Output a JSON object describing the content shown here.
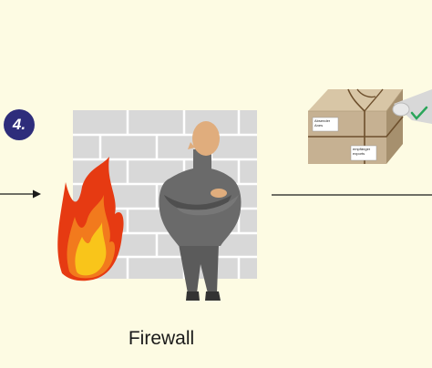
{
  "step": {
    "number": "4."
  },
  "caption": "Firewall",
  "package": {
    "sender_label": "Absender\nAnes",
    "recipient_label": "empfänger\nexports"
  },
  "colors": {
    "background": "#fdfbe3",
    "badge": "#2e2d7b",
    "wall": "#d8d8d8",
    "brick_line": "#ffffff",
    "guard": "#6a6a6a",
    "skin": "#e0ad7d",
    "box": "#c6b192",
    "string": "#6d4f2c",
    "check": "#2aa55a",
    "flame_outer": "#e63a12",
    "flame_inner": "#f9c51a"
  },
  "icons": [
    "arrow-right-icon",
    "firewall-wall-icon",
    "flame-icon",
    "security-guard-icon",
    "package-icon",
    "scanner-icon"
  ]
}
